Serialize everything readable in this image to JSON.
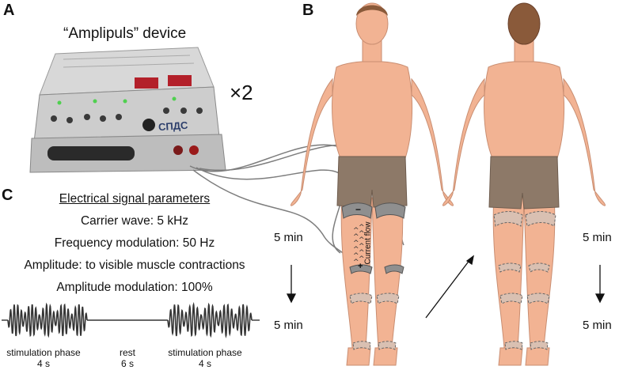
{
  "panels": {
    "a": "A",
    "b": "B",
    "c": "C"
  },
  "device": {
    "title": "“Amplipuls” device",
    "multiplier": "×2",
    "brand": "СПДС"
  },
  "signal": {
    "title": "Electrical signal parameters",
    "params": [
      "Carrier wave: 5 kHz",
      "Frequency modulation: 50 Hz",
      "Amplitude: to visible muscle contractions",
      "Amplitude modulation: 100%"
    ],
    "phases": [
      {
        "name": "stimulation phase",
        "duration": "4 s"
      },
      {
        "name": "rest",
        "duration": "6 s"
      },
      {
        "name": "stimulation phase",
        "duration": "4 s"
      }
    ]
  },
  "body": {
    "current_flow": "Current flow",
    "minus": "−",
    "plus": "+",
    "times": [
      "5 min",
      "5 min",
      "5 min",
      "5 min"
    ]
  },
  "colors": {
    "skin": "#f2b393",
    "shorts": "#8d7968",
    "electrode": "#8f8f8f",
    "device": "#cfcfcf"
  }
}
